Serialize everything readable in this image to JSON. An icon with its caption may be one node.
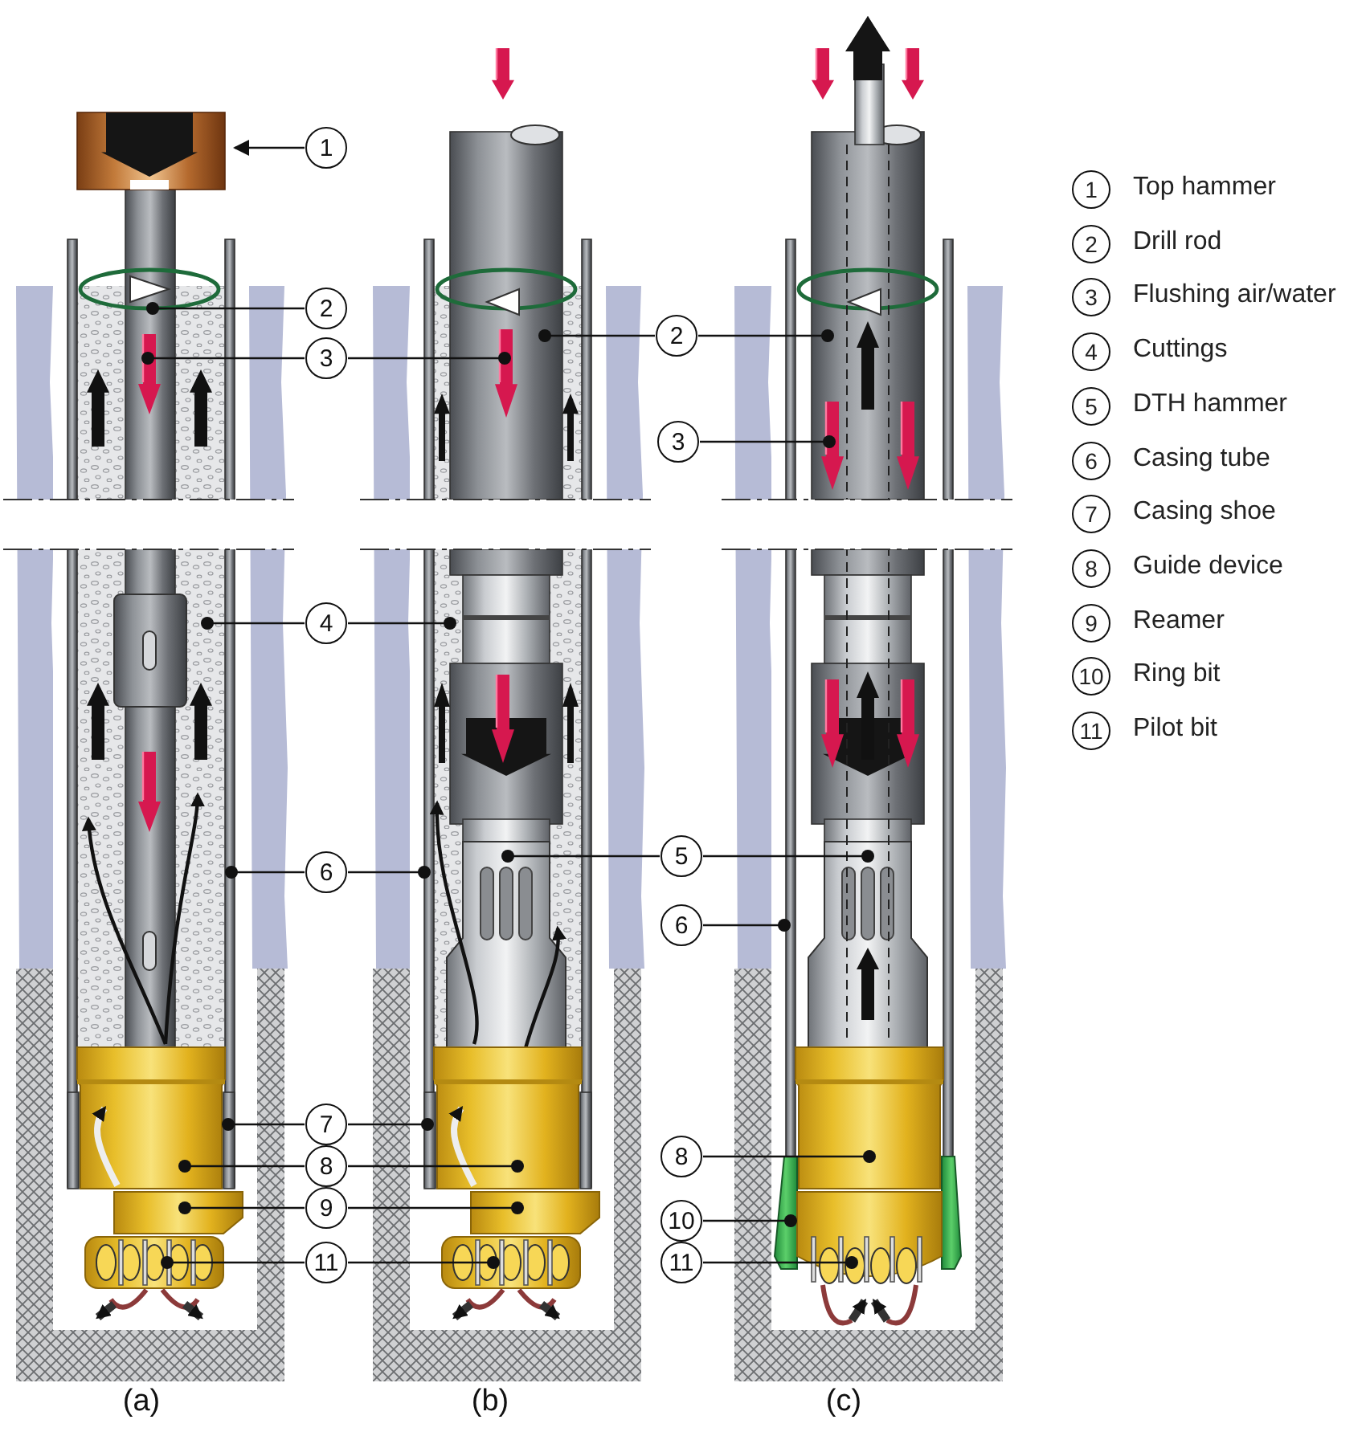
{
  "diagram": {
    "nodes": [
      {
        "text": [
          "1"
        ]
      },
      {
        "text": [
          "2"
        ]
      },
      {
        "text": [
          "3"
        ]
      },
      {
        "text": [
          "2"
        ]
      },
      {
        "text": [
          "3"
        ]
      },
      {
        "text": [
          "4"
        ]
      },
      {
        "text": [
          "5"
        ]
      },
      {
        "text": [
          "6"
        ]
      },
      {
        "text": [
          "6"
        ]
      },
      {
        "text": [
          "7"
        ]
      },
      {
        "text": [
          "8"
        ]
      },
      {
        "text": [
          "8"
        ]
      },
      {
        "text": [
          "9"
        ]
      },
      {
        "text": [
          "10"
        ]
      },
      {
        "text": [
          "11"
        ]
      },
      {
        "text": [
          "11"
        ]
      }
    ],
    "edges": [
      {
        "from": 0,
        "to": null,
        "arrow": "to"
      },
      {
        "from": 1,
        "to": null,
        "arrow": "other"
      },
      {
        "from": 2,
        "to": null,
        "arrow": "other"
      },
      {
        "from": 2,
        "to": null,
        "arrow": "other"
      },
      {
        "from": 3,
        "to": null,
        "arrow": "other"
      },
      {
        "from": 3,
        "to": null,
        "arrow": "other"
      },
      {
        "from": 4,
        "to": null,
        "arrow": "other"
      },
      {
        "from": 5,
        "to": null,
        "arrow": "other"
      },
      {
        "from": 5,
        "to": null,
        "arrow": "other"
      },
      {
        "from": 6,
        "to": null,
        "arrow": "other"
      },
      {
        "from": 6,
        "to": null,
        "arrow": "other"
      },
      {
        "from": 7,
        "to": null,
        "arrow": "other"
      },
      {
        "from": 7,
        "to": null,
        "arrow": "other"
      },
      {
        "from": 8,
        "to": null,
        "arrow": "other"
      },
      {
        "from": 9,
        "to": null,
        "arrow": "other"
      },
      {
        "from": 9,
        "to": null,
        "arrow": "other"
      },
      {
        "from": 10,
        "to": null,
        "arrow": "other"
      },
      {
        "from": 10,
        "to": null,
        "arrow": "other"
      },
      {
        "from": 11,
        "to": null,
        "arrow": "other"
      },
      {
        "from": 12,
        "to": null,
        "arrow": "other"
      },
      {
        "from": 12,
        "to": null,
        "arrow": "other"
      },
      {
        "from": 13,
        "to": null,
        "arrow": "other"
      },
      {
        "from": 14,
        "to": null,
        "arrow": "other"
      },
      {
        "from": 14,
        "to": null,
        "arrow": "other"
      },
      {
        "from": 15,
        "to": null,
        "arrow": "other"
      }
    ],
    "labels": [
      "1",
      "2",
      "3",
      "4",
      "5",
      "6",
      "7",
      "8",
      "9",
      "10",
      "11",
      "(a)",
      "(b)",
      "(c)"
    ],
    "legend": [
      {
        "text": "Top hammer"
      },
      {
        "text": "Drill rod"
      },
      {
        "text": "Flushing air/water"
      },
      {
        "text": "Cuttings"
      },
      {
        "text": "DTH hammer"
      },
      {
        "text": "Casing tube"
      },
      {
        "text": "Casing shoe"
      },
      {
        "text": "Guide device"
      },
      {
        "text": "Reamer"
      },
      {
        "text": "Ring bit"
      },
      {
        "text": "Pilot bit"
      }
    ]
  }
}
